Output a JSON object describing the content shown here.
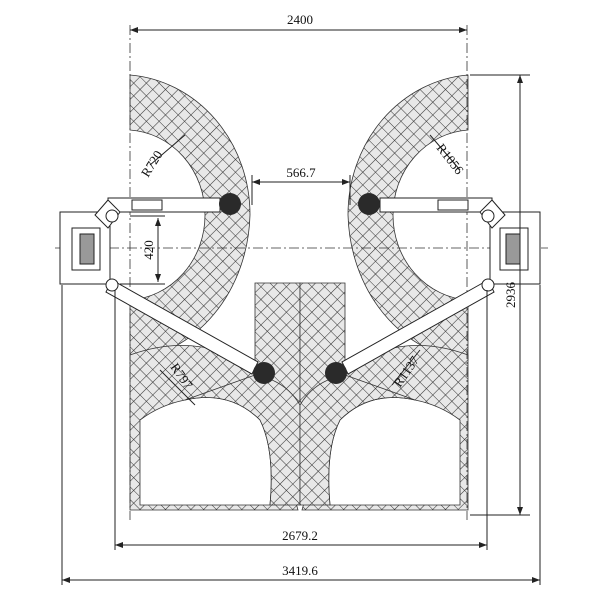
{
  "title": "Two-post lift arm layout",
  "dimensions": {
    "overall_width_inner": "2400",
    "pad_gap": "566.7",
    "arm_offset": "420",
    "depth": "2936",
    "width_posts": "2679.2",
    "overall_width": "3419.6"
  },
  "radii": {
    "front_left": "R720",
    "front_right": "R1056",
    "rear_left": "R797",
    "rear_right": "R1137"
  }
}
